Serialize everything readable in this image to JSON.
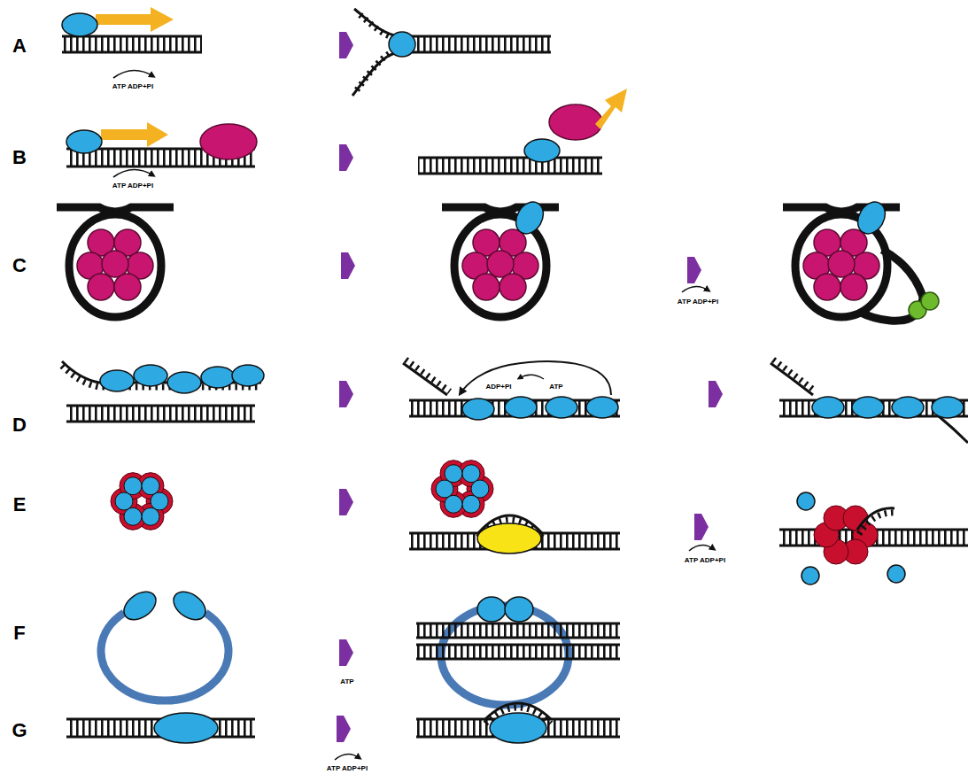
{
  "diagram": {
    "labels": [
      "A",
      "ATP ADP+PI",
      "B",
      "ATP ADP+PI",
      "C",
      "ATP ADP+PI",
      "D",
      "ADP+PI",
      "ATP",
      "E",
      "ATP ADP+PI",
      "F",
      "ATP",
      "G",
      "ATP ADP+PI"
    ]
  }
}
